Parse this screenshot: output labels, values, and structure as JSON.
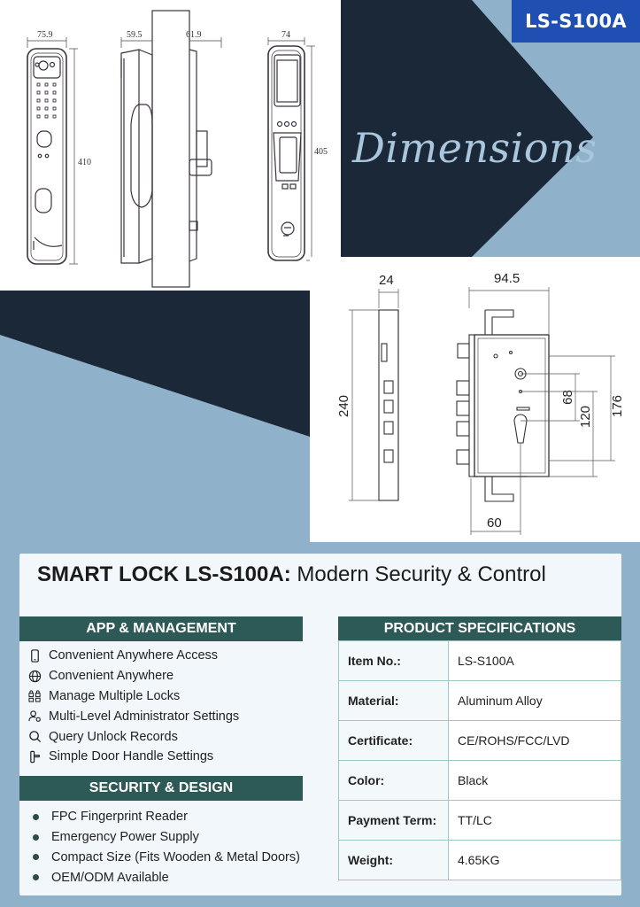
{
  "brand": {
    "model_badge": "LS-S100A",
    "section_title": "Dimensions"
  },
  "colors": {
    "navy": "#1b2838",
    "badge_blue": "#1f4fb3",
    "teal": "#2d5a57",
    "background_blue": "#8fb1c9",
    "script_text": "#a9c6dd"
  },
  "lock_dimensions": {
    "front_width": "75.9",
    "front_height": "410",
    "side_width_a": "59.5",
    "side_width_b": "61.9",
    "back_width": "74",
    "back_height": "405"
  },
  "mortise_dimensions": {
    "thickness": "24",
    "length": "240",
    "body_width": "94.5",
    "spacing_a": "68",
    "spacing_b": "120",
    "spacing_c": "176",
    "backset": "60"
  },
  "card": {
    "title_bold": "SMART LOCK LS-S100A:",
    "title_rest": " Modern Security & Control",
    "app_section": {
      "heading": "APP & MANAGEMENT",
      "items": [
        {
          "icon": "phone-icon",
          "label": "Convenient Anywhere Access"
        },
        {
          "icon": "globe-icon",
          "label": "Convenient Anywhere"
        },
        {
          "icon": "multiple-locks-icon",
          "label": "Manage Multiple Locks"
        },
        {
          "icon": "admin-settings-icon",
          "label": "Multi-Level Administrator Settings"
        },
        {
          "icon": "search-icon",
          "label": "Query Unlock Records"
        },
        {
          "icon": "door-handle-icon",
          "label": "Simple Door Handle Settings"
        }
      ]
    },
    "security_section": {
      "heading": "SECURITY & DESIGN",
      "items": [
        "FPC Fingerprint Reader",
        "Emergency Power Supply",
        "Compact Size (Fits Wooden & Metal Doors)",
        "OEM/ODM Available"
      ]
    },
    "specs": {
      "heading": "PRODUCT SPECIFICATIONS",
      "rows": [
        {
          "label": "Item No.:",
          "value": "LS-S100A"
        },
        {
          "label": "Material:",
          "value": "Aluminum Alloy"
        },
        {
          "label": "Certificate:",
          "value": "CE/ROHS/FCC/LVD"
        },
        {
          "label": "Color:",
          "value": "Black"
        },
        {
          "label": "Payment Term:",
          "value": "TT/LC"
        },
        {
          "label": "Weight:",
          "value": "4.65KG"
        }
      ]
    }
  }
}
